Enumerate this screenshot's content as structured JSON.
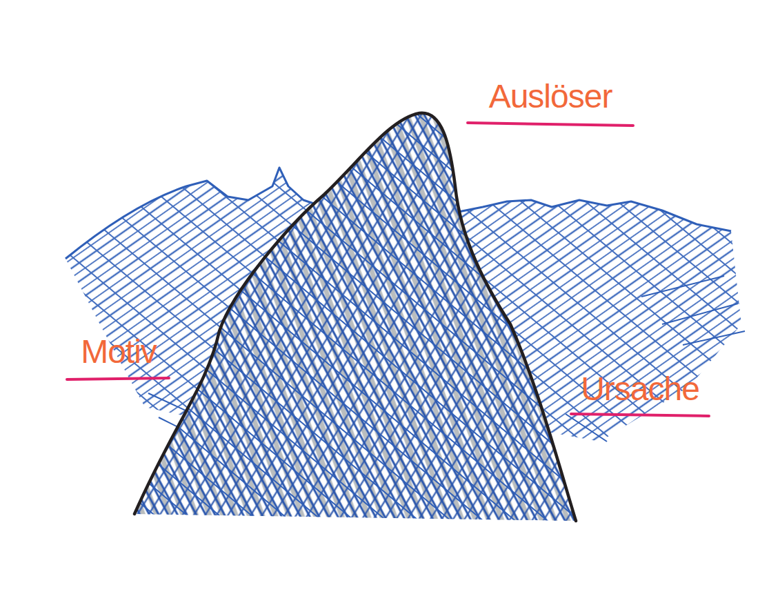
{
  "diagram": {
    "labels": [
      "Auslöser",
      "Motiv",
      "Ursache"
    ]
  }
}
